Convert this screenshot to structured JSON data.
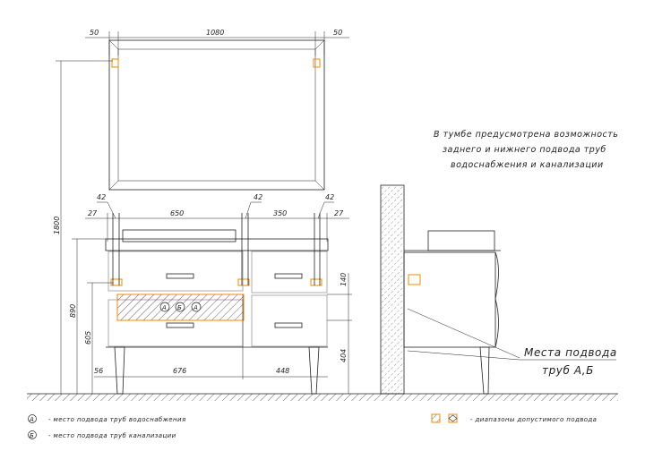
{
  "dimensions": {
    "mirror_side_left": "50",
    "mirror_width": "1080",
    "mirror_side_right": "50",
    "pipe_width_1": "42",
    "pipe_width_2": "42",
    "pipe_width_3": "42",
    "offset_left": "27",
    "left_section": "650",
    "right_section": "350",
    "offset_right": "27",
    "total_height": "1800",
    "counter_height": "890",
    "zone_height": "605",
    "zone_band": "140",
    "zone_bottom": "404",
    "bottom_left": "56",
    "bottom_mid": "676",
    "bottom_right": "448"
  },
  "markers": {
    "a1": "А",
    "b": "Б",
    "a2": "А"
  },
  "note": [
    "В тумбе предусмотрена возможность",
    "заднего и нижнего подвода труб",
    "водоснабжения и канализации"
  ],
  "side_label": {
    "line1": "Места подвода",
    "line2": "труб А,Б"
  },
  "legend": {
    "a_symbol": "А",
    "a_text": "- место подвода труб водоснабжения",
    "b_symbol": "Б",
    "b_text": "- место подвода труб канализации",
    "range_text": "- диапазоны допустимого подвода"
  },
  "colors": {
    "accent": "#f08a00",
    "line": "#222222"
  }
}
